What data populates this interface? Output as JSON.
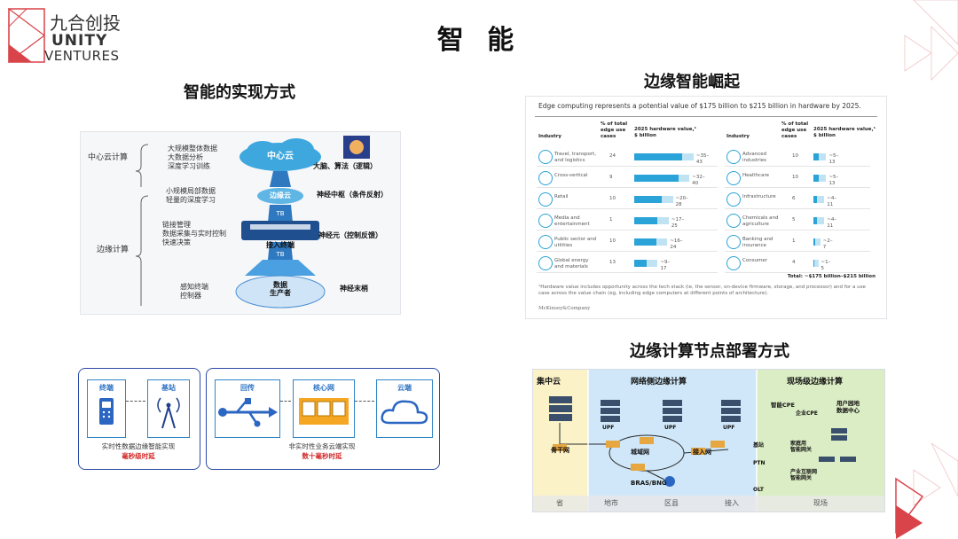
{
  "logo": {
    "cn": "九合创投",
    "en_line1": "UNITY",
    "en_line2": "VENTURES"
  },
  "page_title": "智 能",
  "section_left": {
    "title": "智能的实现方式",
    "rows": [
      {
        "left": "中心云计算",
        "desc": "大规模整体数据\n大数据分析\n深度学习训练",
        "node": "中心云",
        "right": "大脑、算法（逻辑）"
      },
      {
        "left": "",
        "desc": "小规模局部数据\n轻量的深度学习",
        "node": "边缘云",
        "right": "神经中枢（条件反射）"
      },
      {
        "left": "边缘计算",
        "desc": "链接管理\n数据采集与实时控制\n快速决策",
        "node": "接入终端",
        "right": "神经元（控制反馈）"
      },
      {
        "left": "",
        "desc": "感知终端\n控制器",
        "node": "数据\n生产者",
        "right": "神经末梢"
      }
    ],
    "tb_label": "TB"
  },
  "section_edge_rise": {
    "title": "边缘智能崛起",
    "headline": "Edge computing represents a potential value of $175 billion to $215 billion in hardware by 2025.",
    "col_industry": "Industry",
    "col_pct": "% of total edge use cases",
    "col_value": "2025 hardware value,¹ $ billion",
    "left_rows": [
      {
        "name": "Travel, transport, and logistics",
        "pct": "24",
        "range": "~35–43",
        "low": 35,
        "high": 43
      },
      {
        "name": "Cross-vertical",
        "pct": "9",
        "range": "~32–40",
        "low": 32,
        "high": 40
      },
      {
        "name": "Retail",
        "pct": "10",
        "range": "~20–28",
        "low": 20,
        "high": 28
      },
      {
        "name": "Media and entertainment",
        "pct": "1",
        "range": "~17–25",
        "low": 17,
        "high": 25
      },
      {
        "name": "Public sector and utilities",
        "pct": "10",
        "range": "~16–24",
        "low": 16,
        "high": 24
      },
      {
        "name": "Global energy and materials",
        "pct": "13",
        "range": "~9–17",
        "low": 9,
        "high": 17
      }
    ],
    "right_rows": [
      {
        "name": "Advanced industries",
        "pct": "10",
        "range": "~5–13",
        "low": 5,
        "high": 13
      },
      {
        "name": "Healthcare",
        "pct": "10",
        "range": "~5–13",
        "low": 5,
        "high": 13
      },
      {
        "name": "Infrastructure",
        "pct": "6",
        "range": "~4–11",
        "low": 4,
        "high": 11
      },
      {
        "name": "Chemicals and agriculture",
        "pct": "5",
        "range": "~4–11",
        "low": 4,
        "high": 11
      },
      {
        "name": "Banking and insurance",
        "pct": "1",
        "range": "~2–7",
        "low": 2,
        "high": 7
      },
      {
        "name": "Consumer",
        "pct": "4",
        "range": "~1–5",
        "low": 1,
        "high": 5
      }
    ],
    "total": "Total: ~$175 billion–$215 billion",
    "footnote": "¹Hardware value includes opportunity across the tech stack (ie, the sensor, on-device firmware, storage, and processor) and for a use case across the value chain (eg, including edge computers at different points of architecture).",
    "source": "McKinsey&Company",
    "bar_max": 45
  },
  "section_flow": {
    "left_group": {
      "items": [
        "终端",
        "基站"
      ],
      "caption": "实时性数据边缘智能实现",
      "caption_red": "毫秒级时延"
    },
    "right_group": {
      "items": [
        "回传",
        "核心网",
        "云端"
      ],
      "caption": "非实时性业务云端实现",
      "caption_red": "数十毫秒时延"
    }
  },
  "section_deploy": {
    "title": "边缘计算节点部署方式",
    "zones": [
      "集中云",
      "网络侧边缘计算",
      "现场级边缘计算"
    ],
    "bottom_labels": [
      "省",
      "地市",
      "区县",
      "接入",
      "现场"
    ],
    "net_labels": [
      "骨干网",
      "城域网",
      "接入网",
      "BRAS/BNG",
      "UPF",
      "UPF",
      "UPF",
      "基站",
      "PTN",
      "OLT"
    ],
    "site_labels": [
      "智能CPE",
      "企业CPE",
      "用户园地\n数据中心",
      "家庭用\n智能网关",
      "产业互联网\n智能网关"
    ]
  }
}
